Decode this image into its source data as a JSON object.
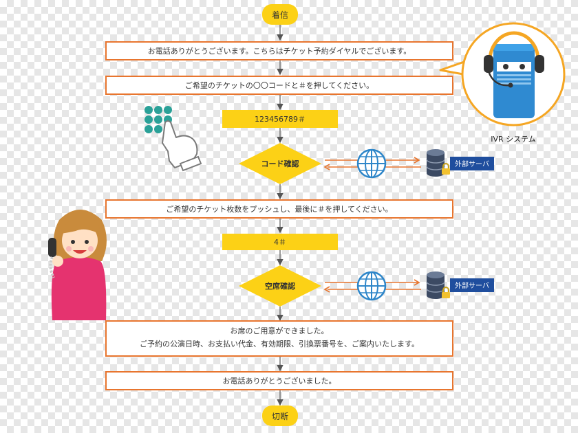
{
  "colors": {
    "pill": "#fcd116",
    "box_border": "#e8752e",
    "arrow": "#e8752e",
    "connector": "#555555",
    "server_label_bg": "#1f4e9e",
    "globe": "#2e86c9"
  },
  "start": "着信",
  "end": "切断",
  "steps": {
    "greeting": "お電話ありがとうございます。こちらはチケット予約ダイヤルでございます。",
    "enter_code": "ご希望のチケットの〇〇コードと＃を押してください。",
    "code_input": "123456789＃",
    "code_check": "コード確認",
    "enter_count": "ご希望のチケット枚数をプッシュし、最後に＃を押してください。",
    "count_input": "4＃",
    "seat_check": "空席確認",
    "ready_line1": "お席のご用意ができました。",
    "ready_line2": "ご予約の公演日時、お支払い代金、有効期限、引換票番号を、ご案内いたします。",
    "thanks": "お電話ありがとうございました。"
  },
  "ivr_label": "IVR システム",
  "server_label": "外部サーバ",
  "icons": [
    "phone-keypad-icon",
    "pointing-hand-icon",
    "ivr-robot-icon",
    "headset-icon",
    "globe-icon",
    "database-icon",
    "lock-icon",
    "woman-on-phone-icon"
  ]
}
